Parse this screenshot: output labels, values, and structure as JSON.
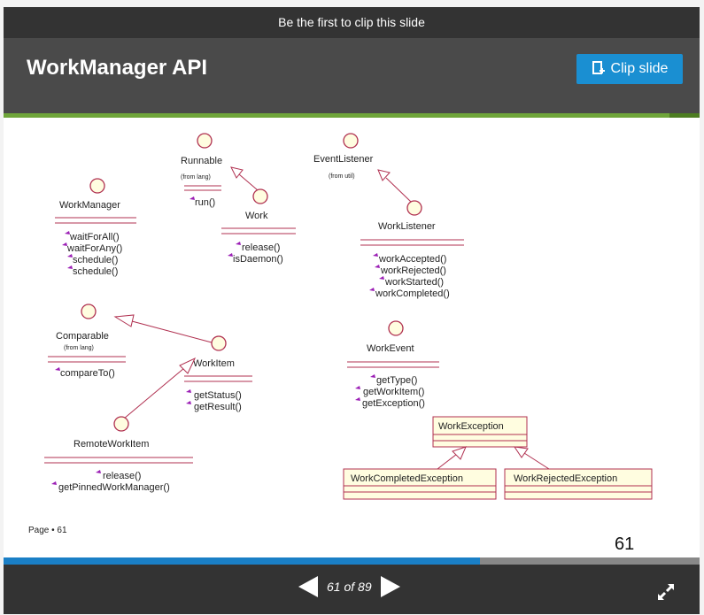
{
  "topbar": {
    "text": "Be the first to clip this slide"
  },
  "header": {
    "title": "WorkManager API",
    "clip_label": "Clip slide"
  },
  "slide": {
    "page_label": "Page • 61",
    "page_number": "61",
    "diagram": {
      "runnable": {
        "name": "Runnable",
        "from": "(from lang)",
        "methods": [
          "run()"
        ]
      },
      "event_listener": {
        "name": "EventListener",
        "from": "(from util)"
      },
      "work_manager": {
        "name": "WorkManager",
        "methods": [
          "waitForAll()",
          "waitForAny()",
          "schedule()",
          "schedule()"
        ]
      },
      "work": {
        "name": "Work",
        "methods": [
          "release()",
          "isDaemon()"
        ]
      },
      "work_listener": {
        "name": "WorkListener",
        "methods": [
          "workAccepted()",
          "workRejected()",
          "workStarted()",
          "workCompleted()"
        ]
      },
      "comparable": {
        "name": "Comparable",
        "from": "(from lang)",
        "methods": [
          "compareTo()"
        ]
      },
      "work_item": {
        "name": "WorkItem",
        "methods": [
          "getStatus()",
          "getResult()"
        ]
      },
      "work_event": {
        "name": "WorkEvent",
        "methods": [
          "getType()",
          "getWorkItem()",
          "getException()"
        ]
      },
      "remote_work_item": {
        "name": "RemoteWorkItem",
        "methods": [
          "release()",
          "getPinnedWorkManager()"
        ]
      },
      "work_exception": {
        "name": "WorkException"
      },
      "work_completed_exception": {
        "name": "WorkCompletedException"
      },
      "work_rejected_exception": {
        "name": "WorkRejectedException"
      }
    }
  },
  "progress": {
    "current": 61,
    "total": 89,
    "fraction": 0.685
  },
  "pager": {
    "text": "61 of 89"
  },
  "colors": {
    "accent": "#1a8fd2",
    "uml_line": "#b03050",
    "uml_box_fill": "#fffde0",
    "bullet": "#9b1fb5"
  }
}
